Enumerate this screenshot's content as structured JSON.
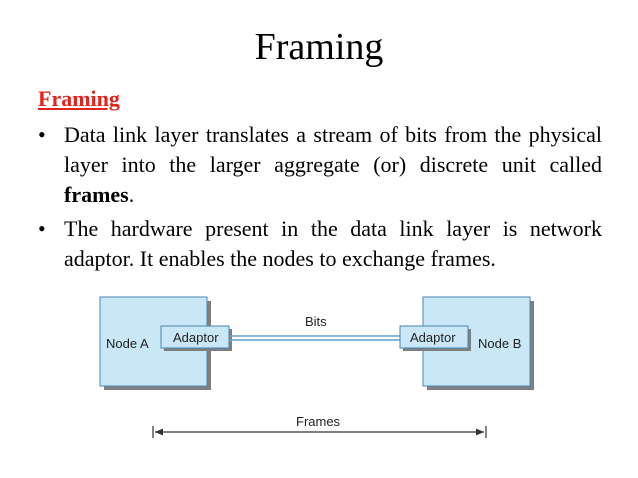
{
  "slide": {
    "title": "Framing",
    "section_heading": "Framing"
  },
  "bullets": [
    {
      "text_before": "Data link layer translates a stream of bits from the physical layer into the larger aggregate (or) discrete unit called ",
      "bold": "frames",
      "text_after": "."
    },
    {
      "text_before": "The hardware present in the data link layer is network adaptor. It enables the nodes to exchange frames.",
      "bold": "",
      "text_after": ""
    }
  ],
  "diagram": {
    "node_a": "Node A",
    "node_b": "Node B",
    "adaptor_a": "Adaptor",
    "adaptor_b": "Adaptor",
    "bits_label": "Bits",
    "frames_label": "Frames",
    "colors": {
      "node_fill": "#c9e7f7",
      "node_border": "#4a86b4",
      "shadow": "#7f7f7f",
      "link": "#6a9ec8"
    }
  },
  "colors": {
    "heading_red": "#e3231c"
  }
}
